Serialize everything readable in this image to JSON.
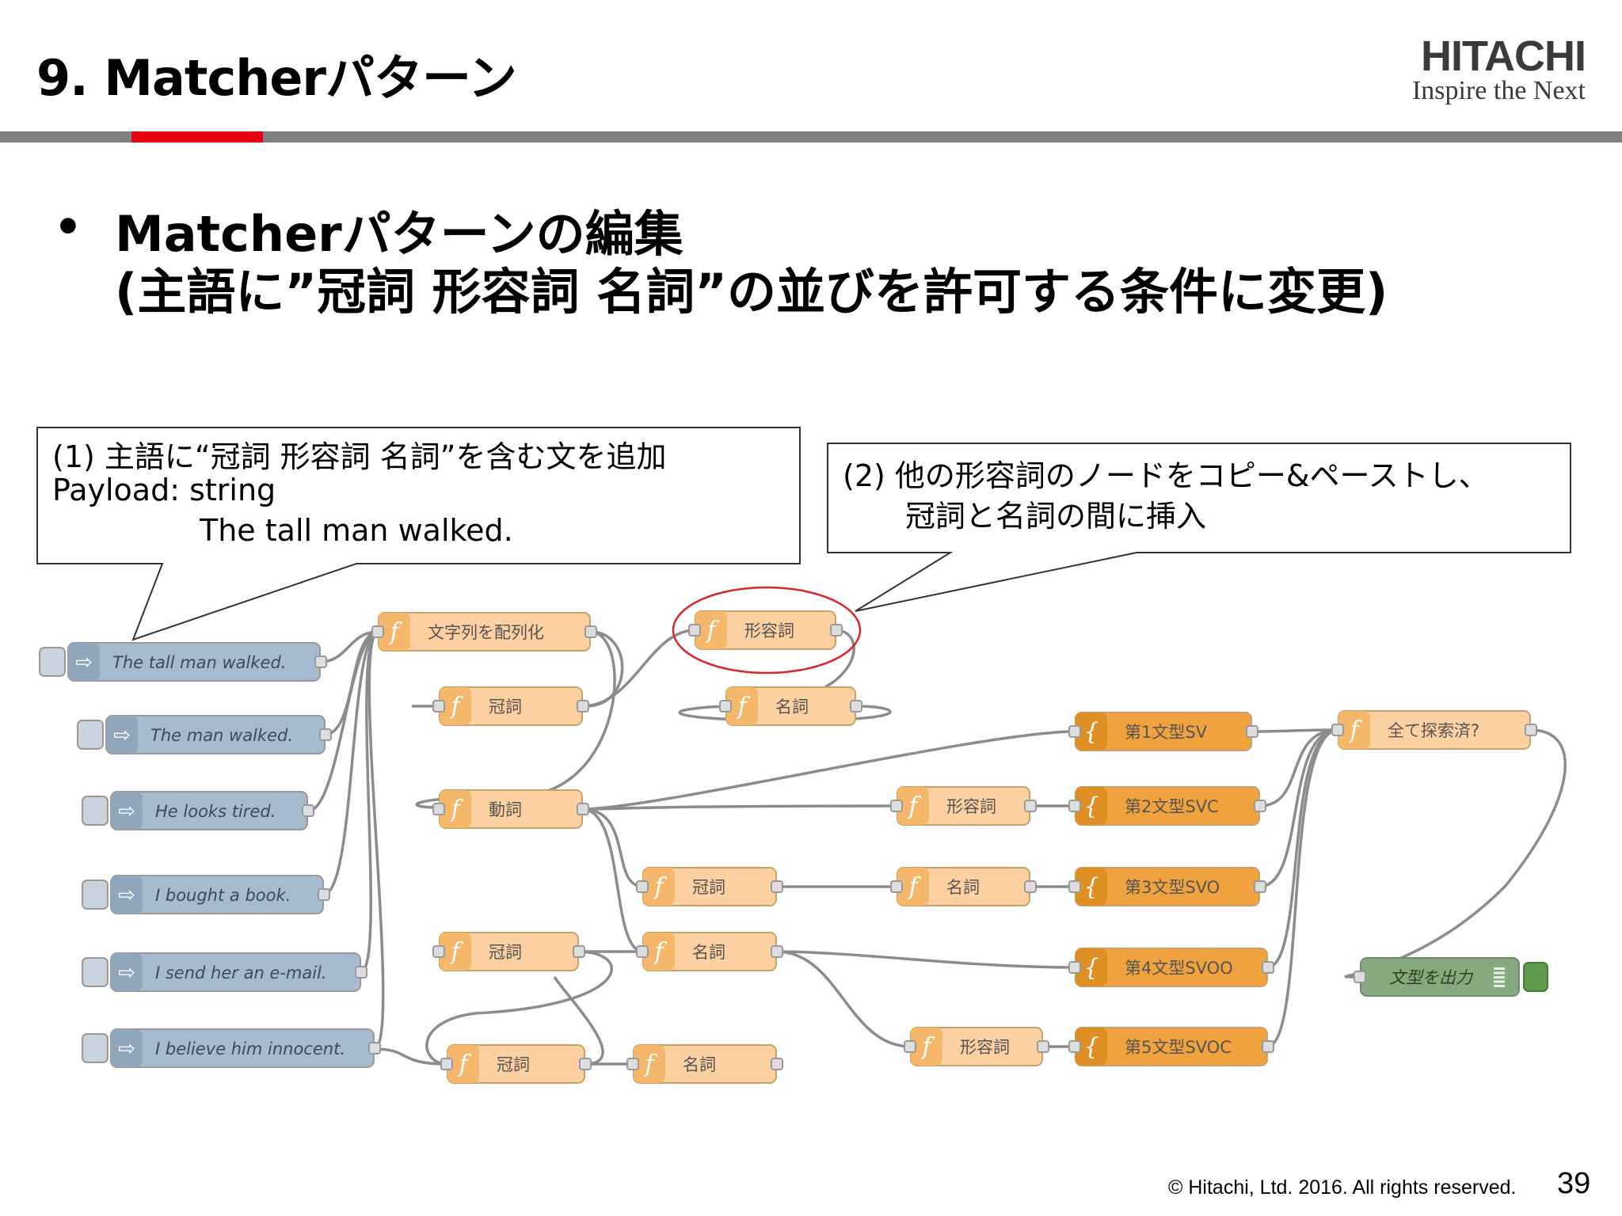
{
  "slide": {
    "title": "9. Matcherパターン",
    "logo_top": "HITACHI",
    "logo_bottom": "Inspire the Next",
    "bullet": "•",
    "heading_line1": "Matcherパターンの編集",
    "heading_line2": "(主語に”冠詞 形容詞 名詞”の並びを許可する条件に変更)",
    "footer": "© Hitachi, Ltd. 2016. All rights reserved.",
    "page_number": "39"
  },
  "callout1": {
    "line1": "(1) 主語に“冠詞 形容詞 名詞”を含む文を追加",
    "line2": "Payload: string",
    "line3": "The tall man walked."
  },
  "callout2": {
    "line1": "(2) 他の形容詞のノードをコピー&ペーストし、",
    "line2": "冠詞と名詞の間に挿入"
  },
  "flow": {
    "inject_nodes": [
      {
        "id": "in1",
        "label": "The tall man walked."
      },
      {
        "id": "in2",
        "label": "The man walked."
      },
      {
        "id": "in3",
        "label": "He looks tired."
      },
      {
        "id": "in4",
        "label": "I bought a book."
      },
      {
        "id": "in5",
        "label": "I send her an e-mail."
      },
      {
        "id": "in6",
        "label": "I believe him innocent."
      }
    ],
    "function_nodes": [
      {
        "id": "split",
        "label": "文字列を配列化"
      },
      {
        "id": "adj_new",
        "label": "形容詞"
      },
      {
        "id": "art1",
        "label": "冠詞"
      },
      {
        "id": "noun1",
        "label": "名詞"
      },
      {
        "id": "verb",
        "label": "動詞"
      },
      {
        "id": "adj2",
        "label": "形容詞"
      },
      {
        "id": "art2",
        "label": "冠詞"
      },
      {
        "id": "noun2",
        "label": "名詞"
      },
      {
        "id": "art3",
        "label": "冠詞"
      },
      {
        "id": "noun3",
        "label": "名詞"
      },
      {
        "id": "adj3",
        "label": "形容詞"
      },
      {
        "id": "art4",
        "label": "冠詞"
      },
      {
        "id": "noun4",
        "label": "名詞"
      },
      {
        "id": "done",
        "label": "全て探索済?"
      }
    ],
    "template_nodes": [
      {
        "id": "t1",
        "label": "第1文型SV"
      },
      {
        "id": "t2",
        "label": "第2文型SVC"
      },
      {
        "id": "t3",
        "label": "第3文型SVO"
      },
      {
        "id": "t4",
        "label": "第4文型SVOO"
      },
      {
        "id": "t5",
        "label": "第5文型SVOC"
      }
    ],
    "output_node": {
      "id": "out",
      "label": "文型を出力"
    },
    "colors": {
      "inject": "#a6bbcf",
      "function": "#fdd0a2",
      "template": "#f0a23e",
      "debug": "#87a980",
      "wire": "#8c8c8c",
      "highlight_ellipse": "#d9262a"
    },
    "icons": {
      "inject": "arrow-right-icon",
      "function": "function-f-icon",
      "template": "curly-brace-icon",
      "debug": "list-lines-icon"
    }
  }
}
